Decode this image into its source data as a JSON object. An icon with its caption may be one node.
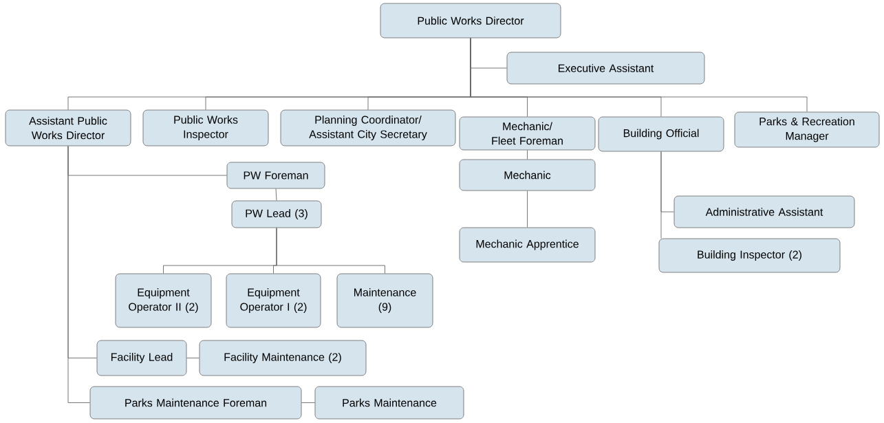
{
  "diagram": {
    "nodes": [
      {
        "text": [
          "Public Works Director"
        ]
      },
      {
        "text": [
          "Executive Assistant"
        ]
      },
      {
        "text": [
          "Assistant Public Works Director"
        ]
      },
      {
        "text": [
          "Public Works Inspector"
        ]
      },
      {
        "text": [
          "Planning Coordinator/ Assistant City Secretary"
        ]
      },
      {
        "text": [
          "Mechanic/ Fleet Foreman"
        ]
      },
      {
        "text": [
          "Building Official"
        ]
      },
      {
        "text": [
          "Parks & Recreation Manager"
        ]
      },
      {
        "text": [
          "PW Foreman"
        ]
      },
      {
        "text": [
          "Mechanic"
        ]
      },
      {
        "text": [
          "Administrative Assistant"
        ]
      },
      {
        "text": [
          "PW Lead (3)"
        ]
      },
      {
        "text": [
          "Mechanic Apprentice"
        ]
      },
      {
        "text": [
          "Building Inspector (2)"
        ]
      },
      {
        "text": [
          "Equipment Operator II (2)"
        ]
      },
      {
        "text": [
          "Equipment Operator I (2)"
        ]
      },
      {
        "text": [
          "Maintenance (9)"
        ]
      },
      {
        "text": [
          "Facility Lead"
        ]
      },
      {
        "text": [
          "Facility Maintenance (2)"
        ]
      },
      {
        "text": [
          "Parks Maintenance Foreman"
        ]
      },
      {
        "text": [
          "Parks Maintenance"
        ]
      }
    ],
    "edges": [
      {
        "from": 0,
        "to": 1,
        "arrow": "none"
      },
      {
        "from": 0,
        "to": 2,
        "arrow": "none"
      },
      {
        "from": 0,
        "to": 3,
        "arrow": "none"
      },
      {
        "from": 0,
        "to": 4,
        "arrow": "none"
      },
      {
        "from": 0,
        "to": 5,
        "arrow": "none"
      },
      {
        "from": 0,
        "to": 6,
        "arrow": "none"
      },
      {
        "from": 0,
        "to": 7,
        "arrow": "none"
      },
      {
        "from": 2,
        "to": 8,
        "arrow": "none"
      },
      {
        "from": 2,
        "to": 17,
        "arrow": "none"
      },
      {
        "from": 2,
        "to": 19,
        "arrow": "none"
      },
      {
        "from": 8,
        "to": 11,
        "arrow": "none"
      },
      {
        "from": 11,
        "to": 14,
        "arrow": "none"
      },
      {
        "from": 11,
        "to": 15,
        "arrow": "none"
      },
      {
        "from": 11,
        "to": 16,
        "arrow": "none"
      },
      {
        "from": 5,
        "to": 9,
        "arrow": "none"
      },
      {
        "from": 9,
        "to": 12,
        "arrow": "none"
      },
      {
        "from": 6,
        "to": 10,
        "arrow": "none"
      },
      {
        "from": 6,
        "to": 13,
        "arrow": "none"
      },
      {
        "from": 17,
        "to": 18,
        "arrow": "none"
      },
      {
        "from": 19,
        "to": 20,
        "arrow": "none"
      }
    ]
  }
}
